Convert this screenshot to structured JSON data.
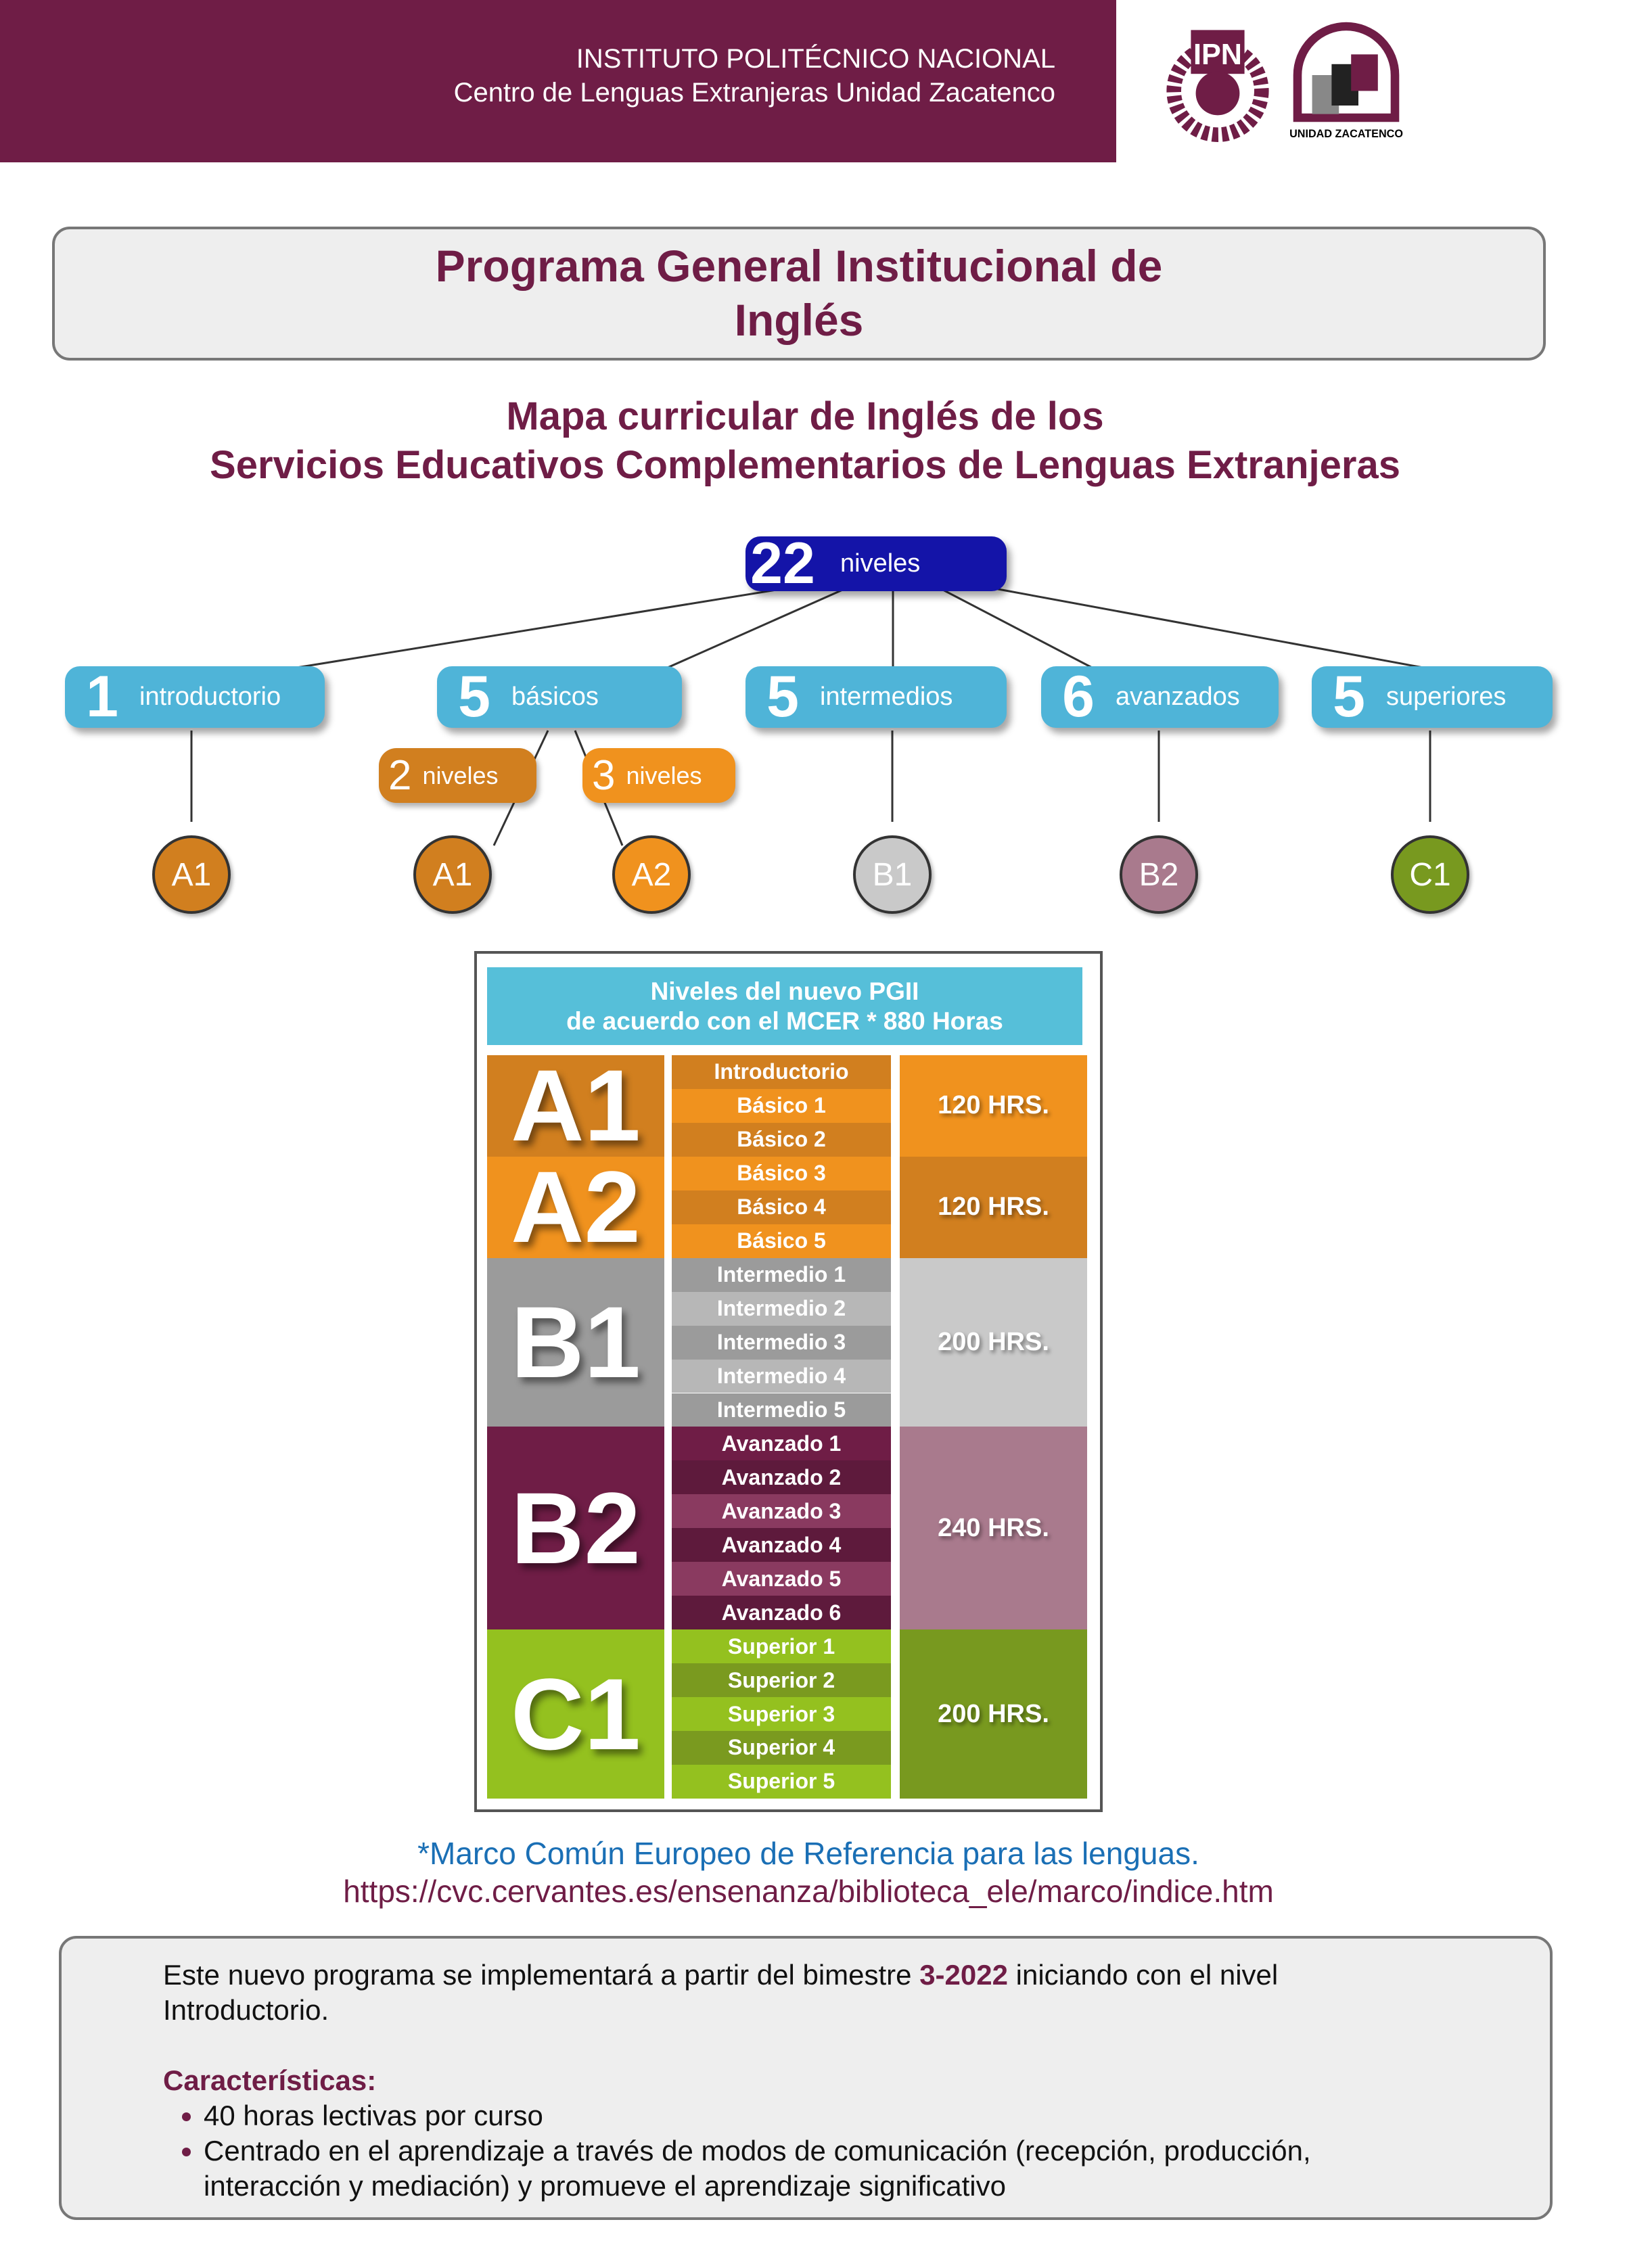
{
  "header": {
    "line1": "INSTITUTO POLITÉCNICO NACIONAL",
    "line2": "Centro de Lenguas Extranjeras Unidad Zacatenco",
    "logo1": "IPN",
    "logo2": "UNIDAD ZACATENCO"
  },
  "title": {
    "line1": "Programa General Institucional de",
    "line2": "Inglés"
  },
  "subtitle": {
    "line1": "Mapa curricular de Inglés de los",
    "line2": "Servicios Educativos Complementarios de Lenguas Extranjeras"
  },
  "map": {
    "total": {
      "n": "22",
      "label": "niveles"
    },
    "groups": [
      {
        "n": "1",
        "label": "introductorio"
      },
      {
        "n": "5",
        "label": "básicos"
      },
      {
        "n": "5",
        "label": "intermedios"
      },
      {
        "n": "6",
        "label": "avanzados"
      },
      {
        "n": "5",
        "label": "superiores"
      }
    ],
    "sub": [
      {
        "n": "2",
        "label": "niveles"
      },
      {
        "n": "3",
        "label": "niveles"
      }
    ],
    "circles": [
      {
        "label": "A1",
        "color": "#d17f1f"
      },
      {
        "label": "A1",
        "color": "#d17f1f"
      },
      {
        "label": "A2",
        "color": "#f0921e"
      },
      {
        "label": "B1",
        "color": "#c9c9c9"
      },
      {
        "label": "B2",
        "color": "#a97a8d"
      },
      {
        "label": "C1",
        "color": "#78991f"
      }
    ]
  },
  "table": {
    "header1": "Niveles del nuevo PGII",
    "header2": "de acuerdo con el MCER * 880 Horas",
    "levels": [
      {
        "label": "A1",
        "rows": 3,
        "color": "#d17f1f"
      },
      {
        "label": "A2",
        "rows": 3,
        "color": "#f0921e"
      },
      {
        "label": "B1",
        "rows": 5,
        "color": "#9b9b9b"
      },
      {
        "label": "B2",
        "rows": 6,
        "color": "#6f1d46"
      },
      {
        "label": "C1",
        "rows": 5,
        "color": "#94c11f"
      }
    ],
    "courses": [
      {
        "label": "Introductorio",
        "color": "#d17f1f"
      },
      {
        "label": "Básico 1",
        "color": "#f0921e"
      },
      {
        "label": "Básico 2",
        "color": "#d17f1f"
      },
      {
        "label": "Básico 3",
        "color": "#f0921e"
      },
      {
        "label": "Básico 4",
        "color": "#d17f1f"
      },
      {
        "label": "Básico 5",
        "color": "#f0921e"
      },
      {
        "label": "Intermedio 1",
        "color": "#9b9b9b"
      },
      {
        "label": "Intermedio 2",
        "color": "#b7b7b7"
      },
      {
        "label": "Intermedio 3",
        "color": "#9b9b9b"
      },
      {
        "label": "Intermedio 4",
        "color": "#b7b7b7"
      },
      {
        "label": "Intermedio 5",
        "color": "#9b9b9b"
      },
      {
        "label": "Avanzado 1",
        "color": "#6f1d46"
      },
      {
        "label": "Avanzado 2",
        "color": "#5e1a3c"
      },
      {
        "label": "Avanzado 3",
        "color": "#8a3a60"
      },
      {
        "label": "Avanzado 4",
        "color": "#5e1a3c"
      },
      {
        "label": "Avanzado 5",
        "color": "#8a3a60"
      },
      {
        "label": "Avanzado 6",
        "color": "#5e1a3c"
      },
      {
        "label": "Superior 1",
        "color": "#94c11f"
      },
      {
        "label": "Superior 2",
        "color": "#7a9a1f"
      },
      {
        "label": "Superior 3",
        "color": "#94c11f"
      },
      {
        "label": "Superior 4",
        "color": "#7a9a1f"
      },
      {
        "label": "Superior 5",
        "color": "#94c11f"
      }
    ],
    "hours": [
      {
        "label": "120 HRS.",
        "rows": 3,
        "color": "#f0921e"
      },
      {
        "label": "120 HRS.",
        "rows": 3,
        "color": "#d17f1f"
      },
      {
        "label": "200 HRS.",
        "rows": 5,
        "color": "#c9c9c9"
      },
      {
        "label": "240 HRS.",
        "rows": 6,
        "color": "#a97a8d"
      },
      {
        "label": "200 HRS.",
        "rows": 5,
        "color": "#78991f"
      }
    ]
  },
  "footnote": {
    "line1": "*Marco Común Europeo de Referencia para las lenguas.",
    "line2": "https://cvc.cervantes.es/ensenanza/biblioteca_ele/marco/indice.htm"
  },
  "note": {
    "p1a": "Este nuevo programa se implementará a partir del bimestre ",
    "p1b": "3-2022",
    "p1c": " iniciando con el nivel Introductorio.",
    "heading": "Características:",
    "bullets": [
      "40 horas lectivas por curso",
      "Centrado en el aprendizaje a través de modos de comunicación (recepción, producción, interacción y mediación) y promueve el aprendizaje significativo"
    ]
  }
}
